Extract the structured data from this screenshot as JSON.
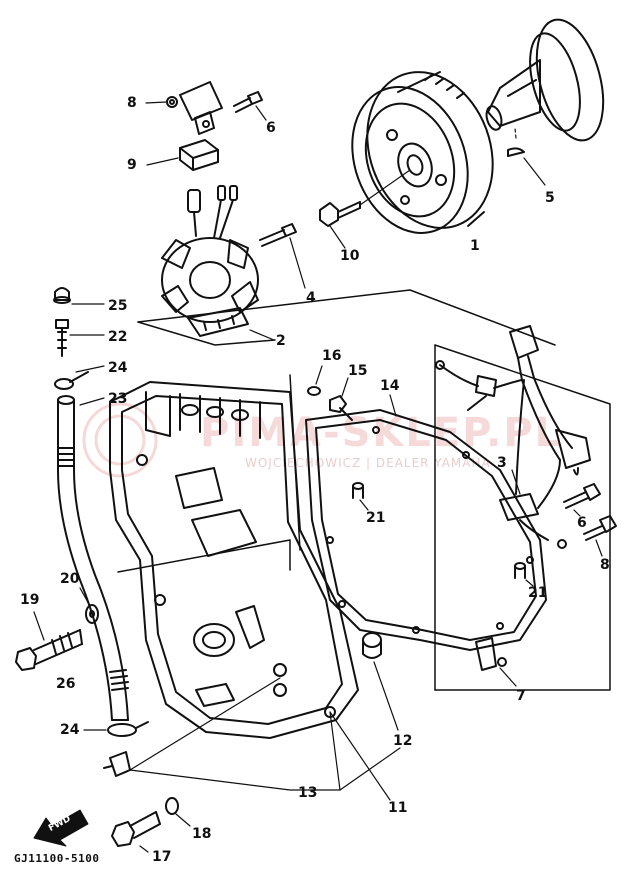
{
  "diagram_code": "GJ11100-5100",
  "watermark": {
    "main": "PIMA-SKLEP.PL",
    "sub": "WOJCIECHOWICZ | DEALER YAMAHA"
  },
  "direction_arrow": "FWD",
  "callouts": [
    {
      "id": "c1",
      "text": "1"
    },
    {
      "id": "c2",
      "text": "2"
    },
    {
      "id": "c3",
      "text": "3"
    },
    {
      "id": "c4",
      "text": "4"
    },
    {
      "id": "c5",
      "text": "5"
    },
    {
      "id": "c6a",
      "text": "6"
    },
    {
      "id": "c6b",
      "text": "6"
    },
    {
      "id": "c7",
      "text": "7"
    },
    {
      "id": "c8a",
      "text": "8"
    },
    {
      "id": "c8b",
      "text": "8"
    },
    {
      "id": "c9",
      "text": "9"
    },
    {
      "id": "c10",
      "text": "10"
    },
    {
      "id": "c11",
      "text": "11"
    },
    {
      "id": "c12",
      "text": "12"
    },
    {
      "id": "c13",
      "text": "13"
    },
    {
      "id": "c14",
      "text": "14"
    },
    {
      "id": "c15",
      "text": "15"
    },
    {
      "id": "c16",
      "text": "16"
    },
    {
      "id": "c17",
      "text": "17"
    },
    {
      "id": "c18",
      "text": "18"
    },
    {
      "id": "c19",
      "text": "19"
    },
    {
      "id": "c20",
      "text": "20"
    },
    {
      "id": "c21a",
      "text": "21"
    },
    {
      "id": "c21b",
      "text": "21"
    },
    {
      "id": "c22",
      "text": "22"
    },
    {
      "id": "c23",
      "text": "23"
    },
    {
      "id": "c24a",
      "text": "24"
    },
    {
      "id": "c24b",
      "text": "24"
    },
    {
      "id": "c25",
      "text": "25"
    },
    {
      "id": "c26",
      "text": "26"
    }
  ]
}
